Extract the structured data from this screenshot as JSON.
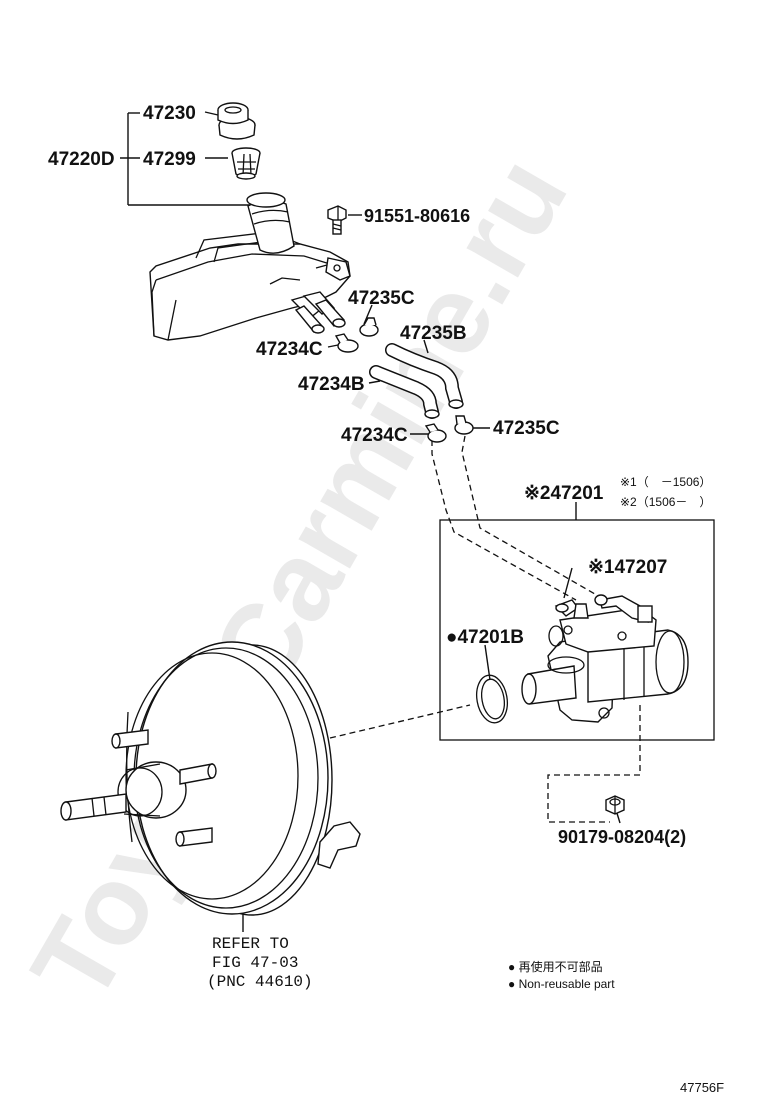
{
  "watermark": "ToyotaCarmine.ru",
  "diagram_code": "47756F",
  "labels": {
    "p47230": "47230",
    "p47220D": "47220D",
    "p47299": "47299",
    "p91551": "91551-80616",
    "p47235C_top": "47235C",
    "p47235B": "47235B",
    "p47234C_top": "47234C",
    "p47234B": "47234B",
    "p47234C_bottom": "47234C",
    "p47235C_bottom": "47235C",
    "p47201": "※247201",
    "p47207": "※147207",
    "p47201B": "●47201B",
    "p90179": "90179-08204(2)"
  },
  "date_notes": {
    "note1": "※1（　－1506）",
    "note2": "※2（1506－　）"
  },
  "refer": {
    "line1": "REFER TO",
    "line2": "FIG 47-03",
    "line3": "(PNC 44610)"
  },
  "legend": {
    "line1": "● 再使用不可部品",
    "line2": "● Non-reusable part"
  }
}
